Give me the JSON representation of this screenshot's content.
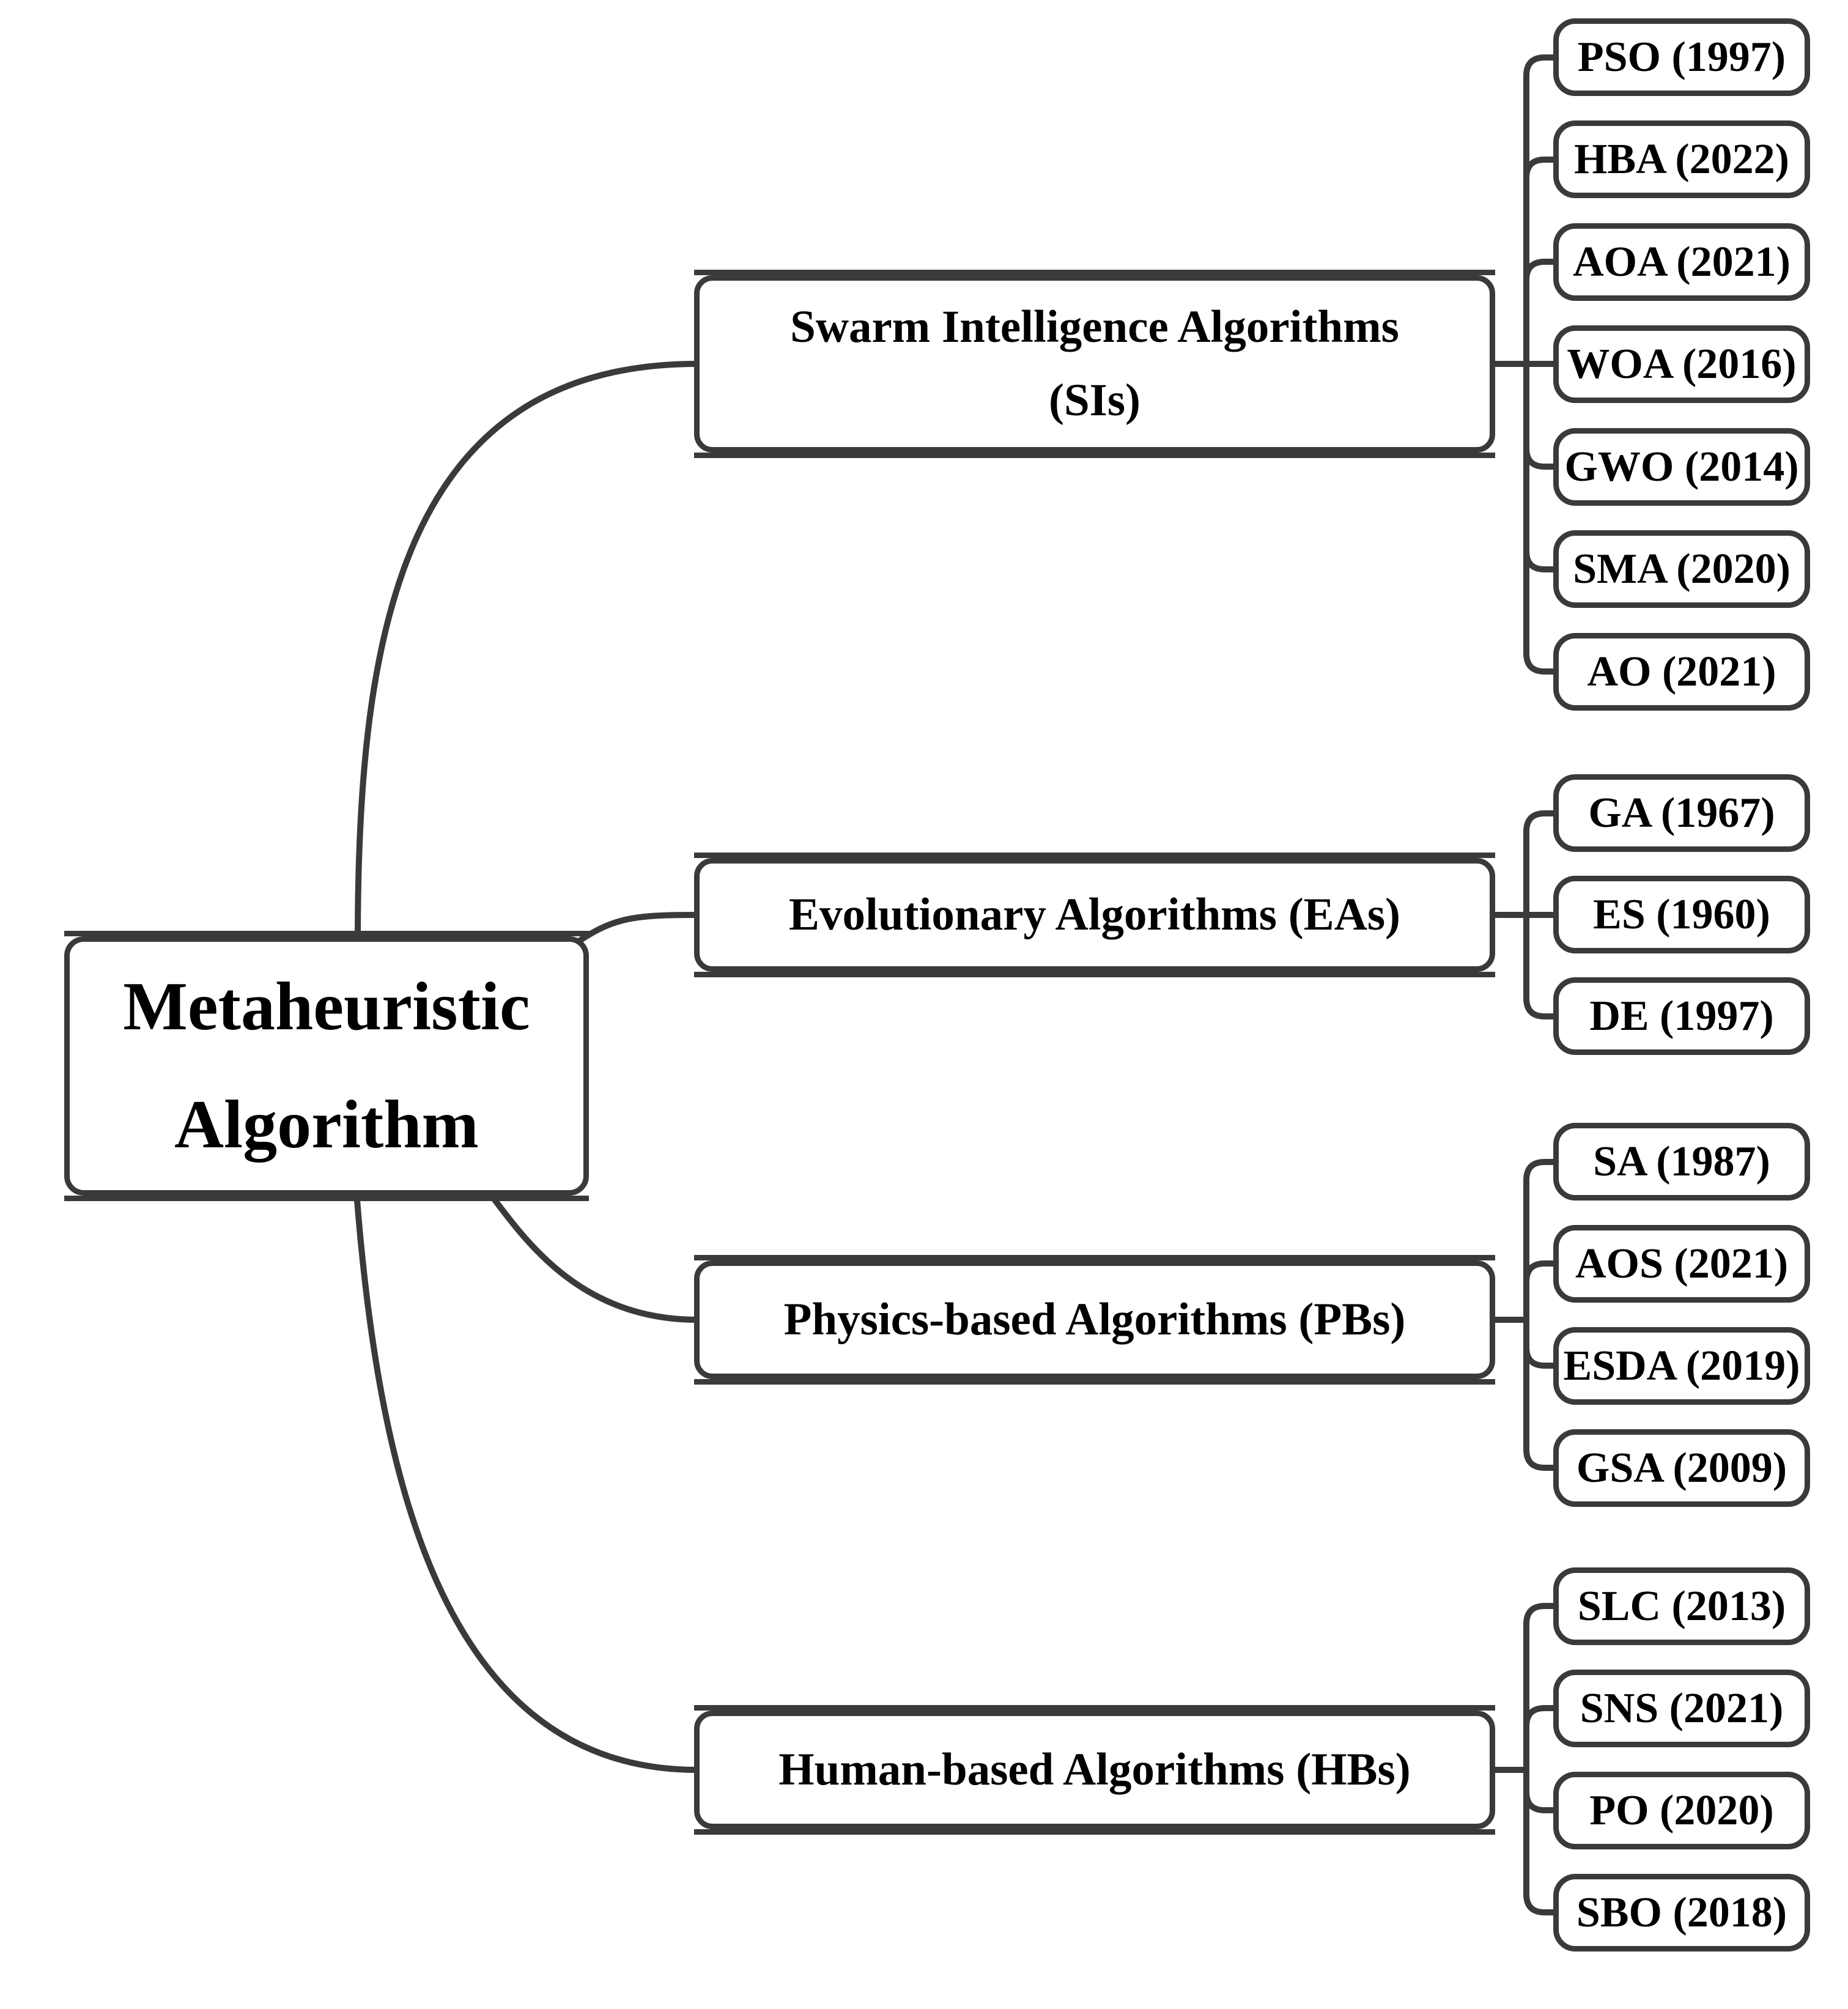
{
  "diagram": {
    "title": "Metaheuristic Algorithm taxonomy",
    "colors": {
      "line": "#3a3a3a",
      "text": "#000000",
      "background": "#ffffff"
    },
    "root": {
      "label": "Metaheuristic Algorithm",
      "line1": "Metaheuristic",
      "line2": "Algorithm"
    },
    "categories": [
      {
        "key": "sis",
        "label": "Swarm Intelligence Algorithms (SIs)",
        "line1": "Swarm Intelligence Algorithms",
        "line2": "(SIs)",
        "children": [
          "PSO (1997)",
          "HBA (2022)",
          "AOA (2021)",
          "WOA (2016)",
          "GWO (2014)",
          "SMA (2020)",
          "AO (2021)"
        ]
      },
      {
        "key": "eas",
        "label": "Evolutionary Algorithms (EAs)",
        "line1": "Evolutionary Algorithms (EAs)",
        "line2": "",
        "children": [
          "GA (1967)",
          "ES (1960)",
          "DE (1997)"
        ]
      },
      {
        "key": "pbs",
        "label": "Physics-based Algorithms (PBs)",
        "line1": "Physics-based Algorithms (PBs)",
        "line2": "",
        "children": [
          "SA (1987)",
          "AOS (2021)",
          "ESDA (2019)",
          "GSA (2009)"
        ]
      },
      {
        "key": "hbs",
        "label": "Human-based Algorithms (HBs)",
        "line1": "Human-based Algorithms (HBs)",
        "line2": "",
        "children": [
          "SLC (2013)",
          "SNS (2021)",
          "PO (2020)",
          "SBO (2018)"
        ]
      }
    ]
  }
}
